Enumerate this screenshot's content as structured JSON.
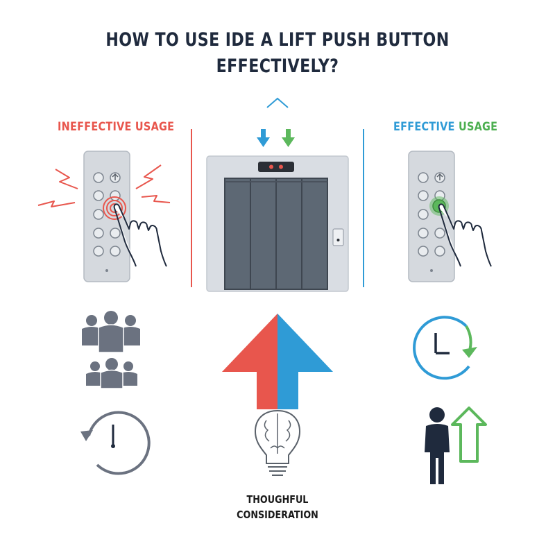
{
  "title": {
    "line1": "HOW TO USE IDE A LIFT PUSH BUTTON",
    "line2": "EFFECTIVELY?"
  },
  "left_panel": {
    "heading": "INEFFECTIVE USAGE",
    "heading_color": "#e8564d"
  },
  "right_panel": {
    "heading_part1": "EFFECTIVE ",
    "heading_part2": "USAGE",
    "heading_color_blue": "#2f9bd6",
    "heading_color_green": "#4caf50"
  },
  "center": {
    "caption_line1": "THOUGHFUL",
    "caption_line2": "CONSIDERATION"
  },
  "colors": {
    "red": "#e8564d",
    "blue": "#2f9bd6",
    "green": "#5cb85c",
    "navy": "#1f2a3d",
    "gray": "#6b7280"
  },
  "icons": [
    "chevron-up-icon",
    "down-arrow-icon",
    "crowd-icon",
    "clock-icon",
    "brain-bulb-icon",
    "timer-icon",
    "person-arrow-icon",
    "hand-pointer-icon",
    "lightning-icon"
  ]
}
